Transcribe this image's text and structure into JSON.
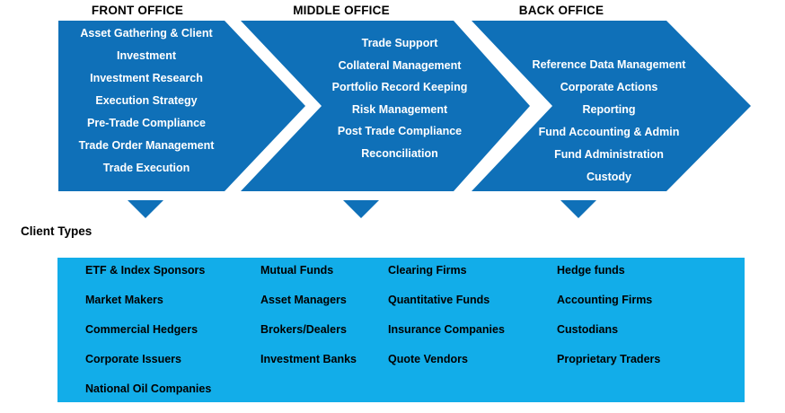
{
  "colors": {
    "arrow_blue": "#0F70B8",
    "client_box_blue": "#12ADE9",
    "office_text": "#FFFFFF",
    "heading_text": "#000000"
  },
  "offices": [
    {
      "title": "FRONT OFFICE",
      "items": [
        "Asset Gathering & Client",
        "Investment",
        "Investment Research",
        "Execution Strategy",
        "Pre-Trade Compliance",
        "Trade Order Management",
        "Trade Execution"
      ]
    },
    {
      "title": "MIDDLE OFFICE",
      "items": [
        "Trade Support",
        "Collateral Management",
        "Portfolio Record Keeping",
        "Risk Management",
        "Post Trade Compliance",
        "Reconciliation"
      ]
    },
    {
      "title": "BACK OFFICE",
      "items": [
        "Reference Data Management",
        "Corporate Actions",
        "Reporting",
        "Fund Accounting & Admin",
        "Fund Administration",
        "Custody"
      ]
    }
  ],
  "client_types": {
    "label": "Client Types",
    "columns": [
      [
        "ETF & Index Sponsors",
        "Market Makers",
        "Commercial Hedgers",
        "Corporate Issuers",
        "National Oil Companies"
      ],
      [
        "Mutual Funds",
        "Asset Managers",
        "Brokers/Dealers",
        "Investment Banks"
      ],
      [
        "Clearing Firms",
        "Quantitative Funds",
        "Insurance Companies",
        "Quote Vendors"
      ],
      [
        "Hedge funds",
        "Accounting Firms",
        "Custodians",
        "Proprietary Traders"
      ]
    ]
  }
}
